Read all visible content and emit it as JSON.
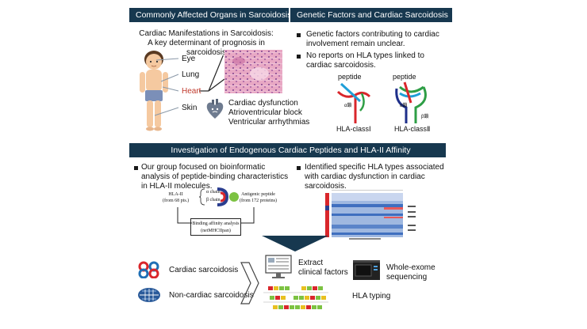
{
  "panels": {
    "organs": {
      "title": "Commonly Affected Organs in Sarcoidosis",
      "subtitle_line1": "Cardiac Manifestations in Sarcoidosis:",
      "subtitle_line2": "A key determinant of prognosis in sarcoidosis",
      "organs": [
        "Eye",
        "Lung",
        "Heart",
        "Skin"
      ],
      "heart_color": "#c0392b",
      "cardiac_effects": [
        "Cardiac dysfunction",
        "Atrioventricular block",
        "Ventricular arrhythmias"
      ]
    },
    "genetic": {
      "title": "Genetic Factors and Cardiac Sarcoidosis",
      "bullets": [
        [
          "Genetic factors contributing to cardiac",
          "involvement remain unclear."
        ],
        [
          "No reports on HLA types linked to",
          "cardiac sarcoidosis."
        ]
      ],
      "class1": {
        "peptide": "peptide",
        "chain": "α鎖",
        "name": "HLA-classⅠ"
      },
      "class2": {
        "peptide": "peptide",
        "chain_a": "α鎖",
        "chain_b": "β鎖",
        "name": "HLA-classⅡ"
      }
    },
    "investigation": {
      "title": "Investigation of Endogenous Cardiac Peptides and HLA-II Affinity",
      "bullet_left": [
        "Our group focused on bioinformatic",
        "analysis of peptide-binding characteristics",
        "in HLA-II molecules."
      ],
      "bullet_right": [
        "Identified specific HLA types associated",
        "with cardiac dysfunction in cardiac",
        "sarcoidosis."
      ],
      "hla_label": "HLA-II",
      "hla_sub": "(from 68 pts.)",
      "alpha_chain": "α chain",
      "beta_chain": "β chain",
      "antigen_label": "Antigenic peptide",
      "antigen_sub": "(from 172 proteins)",
      "binding_label": "Binding affinity analysis",
      "binding_sub": "(netMHCIIpan)"
    },
    "workflow": {
      "groups": [
        "Cardiac sarcoidosis",
        "Non-cardiac sarcoidosis"
      ],
      "extract_line1": "Extract",
      "extract_line2": "clinical factors",
      "wes_line1": "Whole-exome",
      "wes_line2": "sequencing",
      "hla_typing": "HLA typing"
    }
  },
  "colors": {
    "header_bg": "#17384f",
    "red": "#d9262b",
    "blue": "#1f6fb5",
    "green": "#2e9e45",
    "purple": "#6a3fa0",
    "heatmap_blue": "#3f6fbf"
  }
}
